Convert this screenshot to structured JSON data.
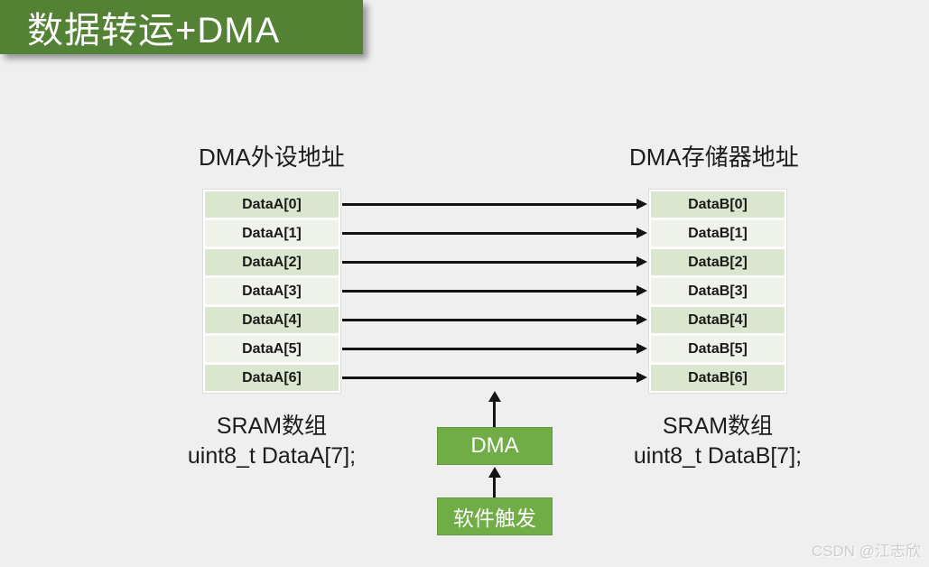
{
  "title": {
    "banner": "数据转运+DMA"
  },
  "labels": {
    "left_column": "DMA外设地址",
    "right_column": "DMA存储器地址"
  },
  "columns": {
    "left": {
      "cells": [
        "DataA[0]",
        "DataA[1]",
        "DataA[2]",
        "DataA[3]",
        "DataA[4]",
        "DataA[5]",
        "DataA[6]"
      ]
    },
    "right": {
      "cells": [
        "DataB[0]",
        "DataB[1]",
        "DataB[2]",
        "DataB[3]",
        "DataB[4]",
        "DataB[5]",
        "DataB[6]"
      ]
    }
  },
  "captions": {
    "left": {
      "line1": "SRAM数组",
      "line2": "uint8_t DataA[7];"
    },
    "right": {
      "line1": "SRAM数组",
      "line2": "uint8_t DataB[7];"
    }
  },
  "dma": {
    "box_label": "DMA",
    "trigger_label": "软件触发"
  },
  "watermark": "CSDN @江志欣",
  "colors": {
    "background": "#efefef",
    "banner_green": "#548235",
    "box_green": "#70ad47",
    "box_green_border": "#5f9a3c",
    "cell_dark": "#dbe6cf",
    "cell_light": "#eef2e8",
    "arrow": "#141414",
    "text_dark": "#1c1c1c",
    "watermark_gray": "#cdcdcd"
  }
}
